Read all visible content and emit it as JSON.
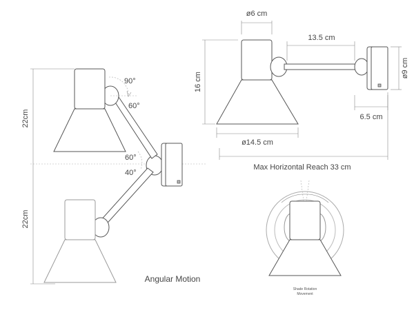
{
  "dimensions": {
    "top_diameter": "ø6 cm",
    "arm_length": "13.5 cm",
    "lamp_height": "16 cm",
    "wall_plate_diameter": "ø9 cm",
    "wall_depth": "6.5 cm",
    "shade_diameter": "ø14.5 cm",
    "max_reach": "Max Horizontal Reach 33 cm"
  },
  "angular": {
    "height_upper": "22cm",
    "height_lower": "22cm",
    "angle_90": "90°",
    "angle_60_top": "60°",
    "angle_60_mid": "60°",
    "angle_40": "40°",
    "caption": "Angular Motion"
  },
  "rotation": {
    "caption_line1": "Shade Rotation",
    "caption_line2": "Movement"
  }
}
